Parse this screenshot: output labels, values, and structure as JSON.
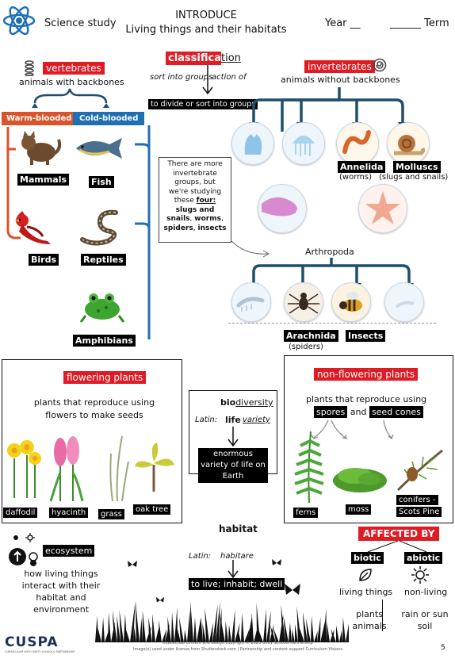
{
  "header": {
    "subject": "Science study",
    "title_line1": "INTRODUCE",
    "title_line2": "Living things and their habitats",
    "year_label": "Year __",
    "term_label": "______ Term"
  },
  "classification": {
    "word_red": "classifica",
    "word_rest": "tion",
    "left_note": "sort into groups",
    "right_note": "action of",
    "definition": "to divide or sort into groups"
  },
  "vertebrates": {
    "title": "vertebrates",
    "subtitle": "animals with backbones",
    "warm_label": "Warm-blooded",
    "cold_label": "Cold-blooded",
    "groups": [
      "Mammals",
      "Fish",
      "Birds",
      "Reptiles",
      "Amphibians"
    ]
  },
  "invertebrates": {
    "title": "invertebrates",
    "subtitle": "animals without backbones",
    "annelida": "Annelida",
    "annelida_sub": "(worms)",
    "molluscs": "Molluscs",
    "molluscs_sub": "(slugs and snails)",
    "note": [
      "There are more",
      "invertebrate",
      "groups, but",
      "we're studying",
      "these",
      "four:",
      "slugs and",
      "snails",
      "worms",
      "spiders",
      "insects"
    ],
    "arthropoda": "Arthropoda",
    "arachnida": "Arachnida",
    "arachnida_sub": "(spiders)",
    "insects": "Insects"
  },
  "flowering": {
    "title": "flowering plants",
    "description": "plants that reproduce using flowers to make seeds",
    "examples": [
      "daffodil",
      "hyacinth",
      "grass",
      "oak tree"
    ]
  },
  "biodiversity": {
    "bio": "bio",
    "diversity": "diversity",
    "latin_label": "Latin:",
    "life": "life",
    "variety": "variety",
    "definition": "enormous variety of life on Earth"
  },
  "non_flowering": {
    "title": "non-flowering plants",
    "description": "plants that reproduce using",
    "spores": "spores",
    "and": "and",
    "seed_cones": "seed cones",
    "examples": [
      "ferns",
      "moss",
      "conifers -",
      "Scots Pine"
    ]
  },
  "ecosystem": {
    "title": "ecosystem",
    "description": "how living things interact with their habitat and environment"
  },
  "habitat": {
    "title": "habitat",
    "latin_label": "Latin:",
    "latin_word": "habitare",
    "definition": "to live; inhabit; dwell"
  },
  "affected": {
    "title": "AFFECTED BY",
    "biotic": "biotic",
    "abiotic": "abiotic",
    "biotic_def": "living things",
    "abiotic_def": "non-living",
    "biotic_examples": [
      "plants",
      "animals"
    ],
    "abiotic_examples": [
      "rain or sun",
      "soil"
    ]
  },
  "footer": {
    "logo": "CUSPA",
    "logo_sub": "CURRICULUM WITH UNITY SCHOOLS PARTNERSHIP",
    "line1": "Intellectual content and design copyright © 2023 Unity Schools Partnership",
    "line2": "Image(s) used under license from Shutterstock.com | Partnership and content support Curriculum Visions",
    "page": "5"
  },
  "colors": {
    "red": "#e01b24",
    "warm": "#d9532b",
    "cold": "#1f6fb4",
    "tree": "#1f4e6b",
    "text": "#111111"
  },
  "icons": [
    "atom-icon",
    "spine-icon",
    "shell-icon",
    "ecosystem-icon",
    "sun-icon",
    "leaf-icon",
    "butterfly-icon"
  ]
}
